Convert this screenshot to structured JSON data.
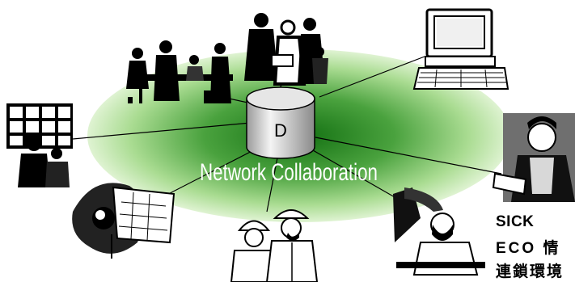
{
  "center": {
    "db_label": "D",
    "ellipse_label": "Network Collaboration"
  },
  "captions": {
    "line1": "SICK",
    "line2": "ECO 情",
    "line3": "連鎖環境"
  },
  "colors": {
    "ellipse_inner": "#1a7a1a",
    "ellipse_outer": "#d8f0c8",
    "line": "#000000"
  },
  "nodes": [
    {
      "name": "meeting-group",
      "icon": "people-meeting-icon"
    },
    {
      "name": "presentation-group",
      "icon": "people-group-icon"
    },
    {
      "name": "computer",
      "icon": "desktop-computer-icon"
    },
    {
      "name": "videoconference",
      "icon": "video-wall-icon"
    },
    {
      "name": "reader",
      "icon": "person-reading-icon"
    },
    {
      "name": "designer",
      "icon": "drafting-person-icon"
    },
    {
      "name": "engineers",
      "icon": "hardhat-workers-icon"
    },
    {
      "name": "field-worker",
      "icon": "field-worker-icon"
    }
  ]
}
